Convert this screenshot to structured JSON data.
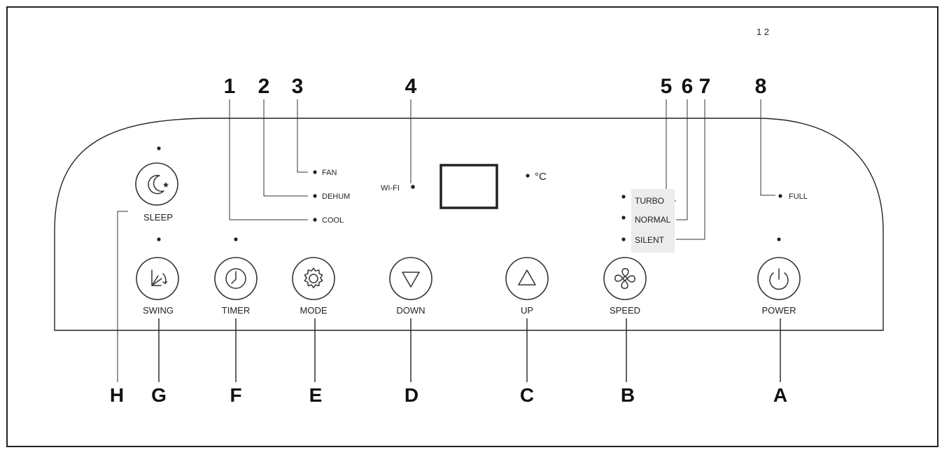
{
  "page_number": "1 2",
  "callout_numbers": [
    "1",
    "2",
    "3",
    "4",
    "5",
    "6",
    "7",
    "8"
  ],
  "callout_letters": [
    "H",
    "G",
    "F",
    "E",
    "D",
    "C",
    "B",
    "A"
  ],
  "mode_indicators": {
    "fan": "FAN",
    "dehum": "DEHUM",
    "cool": "COOL"
  },
  "wifi_label": "WI-FI",
  "temp_unit": "°C",
  "speed_indicators": {
    "turbo": "TURBO",
    "normal": "NORMAL",
    "silent": "SILENT"
  },
  "full_label": "FULL",
  "buttons": {
    "sleep": "SLEEP",
    "swing": "SWING",
    "timer": "TIMER",
    "mode": "MODE",
    "down": "DOWN",
    "up": "UP",
    "speed": "SPEED",
    "power": "POWER"
  },
  "icons": {
    "sleep": "moon-star-icon",
    "swing": "swing-icon",
    "timer": "clock-icon",
    "mode": "gear-icon",
    "down": "triangle-down-icon",
    "up": "triangle-up-icon",
    "speed": "fan-icon",
    "power": "power-icon"
  }
}
